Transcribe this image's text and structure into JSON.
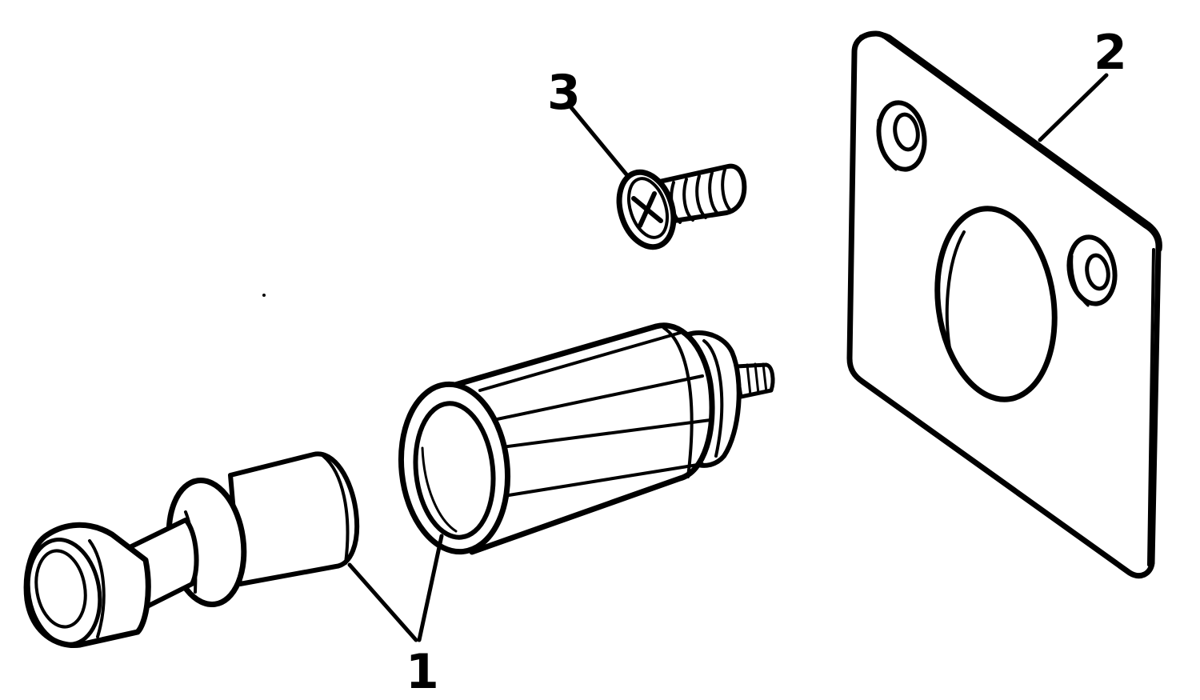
{
  "diagram": {
    "parts": [
      {
        "id": "part-1",
        "number": "1",
        "name": "lighter-assembly"
      },
      {
        "id": "part-2",
        "number": "2",
        "name": "mounting-plate"
      },
      {
        "id": "part-3",
        "number": "3",
        "name": "phillips-screw"
      }
    ],
    "colors": {
      "ink": "#000000",
      "paper": "#ffffff"
    }
  }
}
